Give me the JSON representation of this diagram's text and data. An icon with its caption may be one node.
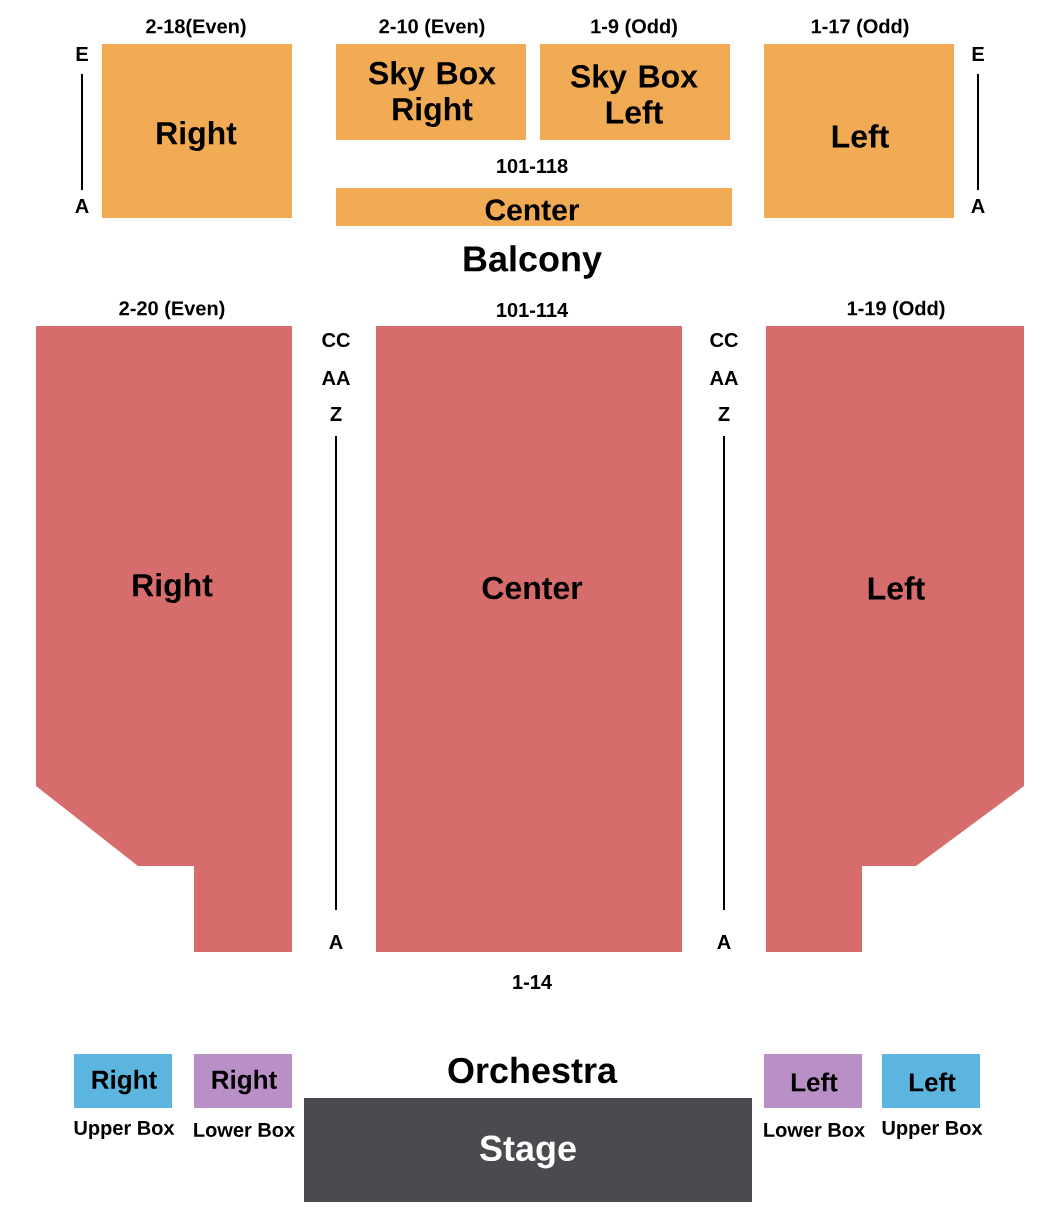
{
  "diagram": {
    "nodes": [
      {
        "text": [
          "Right"
        ],
        "beside": [
          "2-18(Even)"
        ]
      },
      {
        "text": [
          "Sky Box Right"
        ],
        "beside": [
          "2-10 (Even)"
        ]
      },
      {
        "text": [
          "Sky Box Left"
        ],
        "beside": [
          "1-9 (Odd)"
        ]
      },
      {
        "text": [
          "Left"
        ],
        "beside": [
          "1-17 (Odd)"
        ]
      },
      {
        "text": [
          "Center"
        ],
        "beside": [
          "101-118"
        ]
      },
      {
        "text": [
          "Right"
        ],
        "beside": [
          "2-20 (Even)"
        ]
      },
      {
        "text": [
          "Center"
        ],
        "beside": [
          "101-114",
          "1-14"
        ]
      },
      {
        "text": [
          "Left"
        ],
        "beside": [
          "1-19 (Odd)"
        ]
      },
      {
        "text": [
          "Right"
        ],
        "beside": [
          "Upper Box"
        ]
      },
      {
        "text": [
          "Right"
        ],
        "beside": [
          "Lower Box"
        ]
      },
      {
        "text": [
          "Left"
        ],
        "beside": [
          "Lower Box"
        ]
      },
      {
        "text": [
          "Left"
        ],
        "beside": [
          "Upper Box"
        ]
      },
      {
        "text": [
          "Stage"
        ]
      }
    ],
    "edges": [],
    "labels": [
      "E",
      "A",
      "E",
      "A",
      "Balcony",
      "CC",
      "AA",
      "Z",
      "A",
      "CC",
      "AA",
      "Z",
      "A",
      "Orchestra"
    ]
  }
}
